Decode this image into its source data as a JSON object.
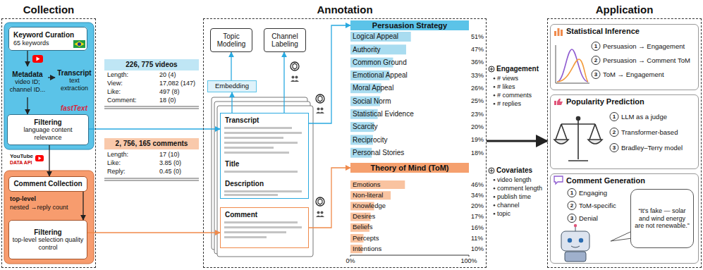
{
  "diagram": {
    "nodes": [
      {
        "text": [
          "Collection"
        ]
      },
      {
        "text": [
          "Keyword Curation",
          "65 keywords"
        ],
        "in": 0
      },
      {
        "text": [
          "Metadata",
          "video ID; channel ID..."
        ],
        "in": 0
      },
      {
        "text": [
          "Transcript",
          "text extraction"
        ],
        "in": 0
      },
      {
        "text": [
          "Filtering",
          "language content relevance"
        ],
        "in": 0
      },
      {
        "text": [
          "Comment Collection"
        ],
        "in": 0
      },
      {
        "text": [
          "Filtering",
          "top-level selection quality control"
        ],
        "in": 0
      },
      {
        "text": [
          "226, 775 videos"
        ]
      },
      {
        "text": [
          "2, 756, 165 comments"
        ]
      },
      {
        "text": [
          "Annotation"
        ]
      },
      {
        "text": [
          "Topic Modeling"
        ],
        "in": 9
      },
      {
        "text": [
          "Channel Labeling"
        ],
        "in": 9
      },
      {
        "text": [
          "Embedding"
        ],
        "in": 9
      },
      {
        "text": [
          "Transcript",
          "Title",
          "Description"
        ],
        "in": 9
      },
      {
        "text": [
          "Comment"
        ],
        "in": 9
      },
      {
        "text": [
          "Persuasion Strategy"
        ],
        "in": 9
      },
      {
        "text": [
          "Theory of Mind (ToM)"
        ],
        "in": 9
      },
      {
        "text": [
          "Application"
        ]
      },
      {
        "text": [
          "Statistical Inference",
          "Persuasion → Engagement",
          "Persuasion → Comment ToM",
          "ToM → Engagement"
        ],
        "in": 17
      },
      {
        "text": [
          "Popularity Prediction",
          "LLM as a judge",
          "Transformer-based",
          "Bradley–Terry model"
        ],
        "in": 17
      },
      {
        "text": [
          "Comment Generation",
          "Engaging",
          "ToM-specific",
          "Denial"
        ],
        "in": 17
      },
      {
        "text": [
          "“It's fake — solar and wind energy are not renewable.”"
        ],
        "in": 20
      }
    ],
    "edges": [
      {
        "from": 1,
        "to": 2,
        "arrow": "to"
      },
      {
        "from": 2,
        "to": 3,
        "arrow": "to"
      },
      {
        "from": 2,
        "to": 4,
        "arrow": "to"
      },
      {
        "from": 4,
        "to": 5,
        "arrow": "to"
      },
      {
        "from": 5,
        "to": 6,
        "arrow": "to"
      },
      {
        "from": 4,
        "to": 13,
        "arrow": "to"
      },
      {
        "from": 6,
        "to": 14,
        "arrow": "to"
      },
      {
        "from": 13,
        "to": 12,
        "arrow": "to"
      },
      {
        "from": 12,
        "to": 10,
        "arrow": "to"
      },
      {
        "from": 13,
        "to": 11,
        "arrow": "to"
      },
      {
        "from": 13,
        "to": 15,
        "arrow": "to"
      },
      {
        "from": 14,
        "to": 16,
        "arrow": "to"
      },
      {
        "from": 9,
        "to": 17,
        "arrow": "to"
      }
    ],
    "labels": [
      "fastText",
      "YouTube",
      "DATA API",
      "top-level",
      "nested →reply count",
      "Length:",
      "20 (4)",
      "View:",
      "17,082 (147)",
      "Like:",
      "497 (8)",
      "Comment:",
      "18 (0)",
      "Length:",
      "17 (10)",
      "Like:",
      "3.85 (0)",
      "Reply:",
      "0.45 (0)",
      "Logical Appeal",
      "51%",
      "Authority",
      "47%",
      "Common Ground",
      "36%",
      "Emotional Appeal",
      "33%",
      "Moral Appeal",
      "26%",
      "Social Norm",
      "25%",
      "Statistical Evidence",
      "23%",
      "Scarcity",
      "20%",
      "Reciprocity",
      "19%",
      "Personal Stories",
      "18%",
      "Emotions",
      "46%",
      "Non-literal",
      "34%",
      "Knowledge",
      "20%",
      "Desires",
      "17%",
      "Beliefs",
      "16%",
      "Percepts",
      "11%",
      "Intentions",
      "10%",
      "0%",
      "100%",
      "Engagement",
      "# views",
      "# likes",
      "# comments",
      "# replies",
      "Covariates",
      "video length",
      "comment length",
      "publish time",
      "channel",
      "topic",
      "1",
      "2",
      "3",
      "1",
      "2",
      "3",
      "1",
      "2",
      "3"
    ]
  }
}
